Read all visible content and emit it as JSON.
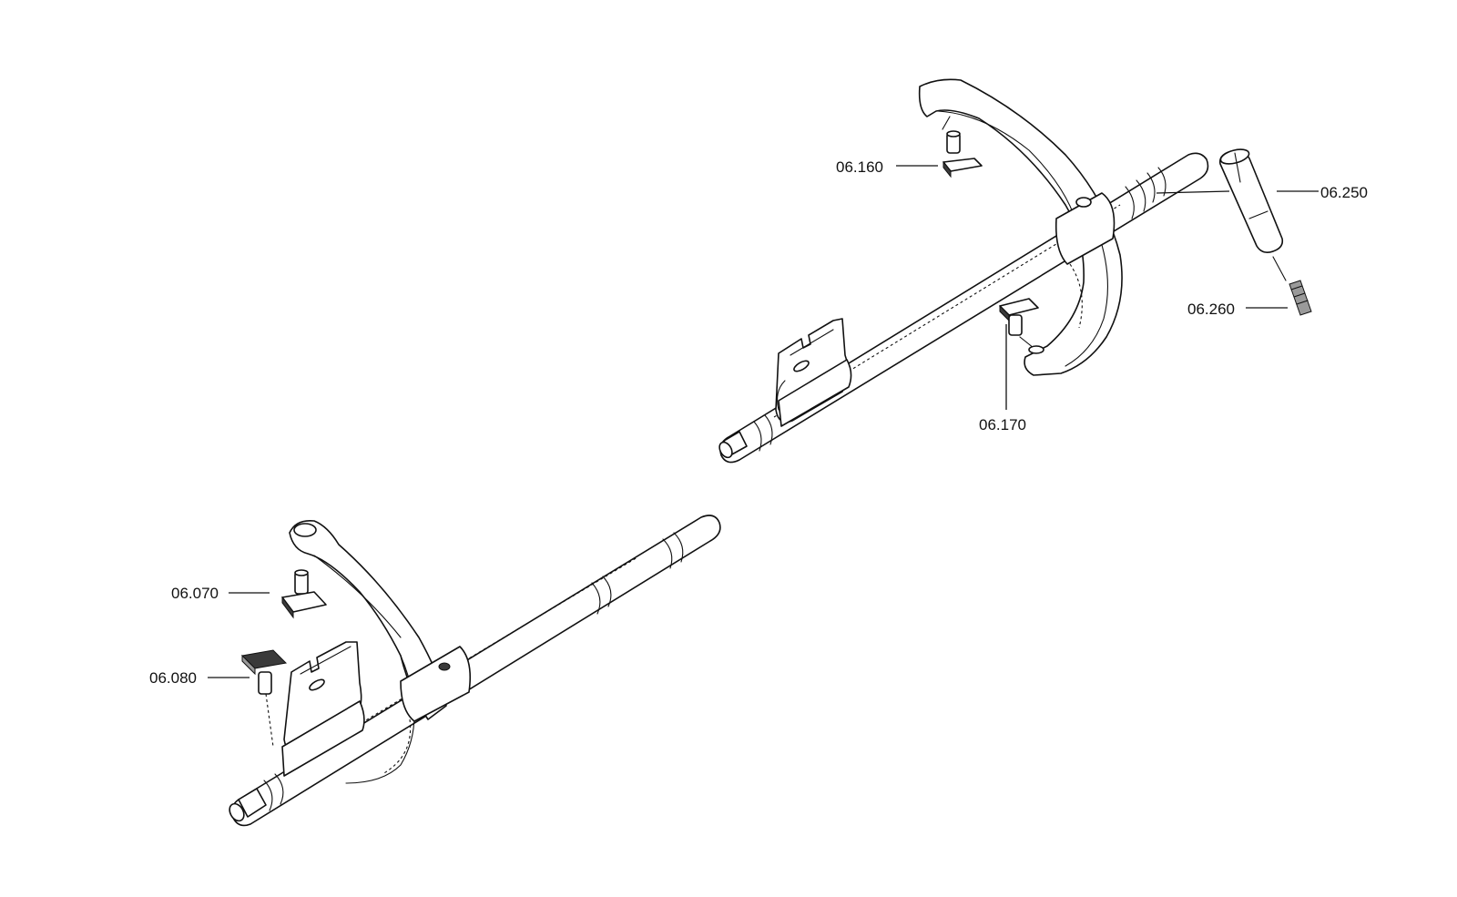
{
  "colors": {
    "line": "#111111",
    "background": "#ffffff",
    "part_fill_dark": "#3a3a3a",
    "part_fill_grey": "#9a9a9a"
  },
  "labels": {
    "p06070": "06.070",
    "p06080": "06.080",
    "p06160": "06.160",
    "p06170": "06.170",
    "p06250": "06.250",
    "p06260": "06.260"
  }
}
